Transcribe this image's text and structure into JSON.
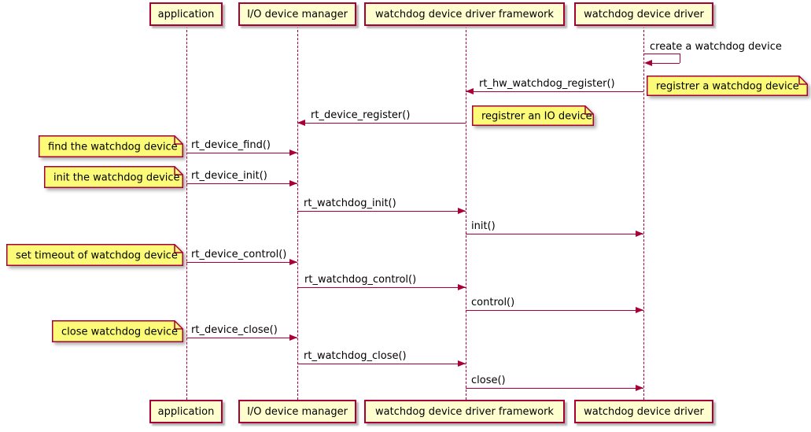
{
  "diagram": {
    "type": "sequence-diagram",
    "colors": {
      "accent": "#A80036",
      "participant_fill": "#FEFECE",
      "note_fill": "#FBFB77",
      "text": "#000000",
      "background": "#ffffff"
    },
    "participants": [
      {
        "label": "application"
      },
      {
        "label": "I/O device manager"
      },
      {
        "label": "watchdog device driver framework"
      },
      {
        "label": "watchdog device driver"
      }
    ],
    "messages": [
      {
        "label": "create a watchdog device",
        "from": "watchdog device driver",
        "to": "watchdog device driver",
        "type": "self"
      },
      {
        "label": "rt_hw_watchdog_register()",
        "from": "watchdog device driver",
        "to": "watchdog device driver framework",
        "type": "normal"
      },
      {
        "label": "rt_device_register()",
        "from": "watchdog device driver framework",
        "to": "I/O device manager",
        "type": "normal"
      },
      {
        "label": "rt_device_find()",
        "from": "application",
        "to": "I/O device manager",
        "type": "normal"
      },
      {
        "label": "rt_device_init()",
        "from": "application",
        "to": "I/O device manager",
        "type": "normal"
      },
      {
        "label": "rt_watchdog_init()",
        "from": "I/O device manager",
        "to": "watchdog device driver framework",
        "type": "normal"
      },
      {
        "label": "init()",
        "from": "watchdog device driver framework",
        "to": "watchdog device driver",
        "type": "normal"
      },
      {
        "label": "rt_device_control()",
        "from": "application",
        "to": "I/O device manager",
        "type": "normal"
      },
      {
        "label": "rt_watchdog_control()",
        "from": "I/O device manager",
        "to": "watchdog device driver framework",
        "type": "normal"
      },
      {
        "label": "control()",
        "from": "watchdog device driver framework",
        "to": "watchdog device driver",
        "type": "normal"
      },
      {
        "label": "rt_device_close()",
        "from": "application",
        "to": "I/O device manager",
        "type": "normal"
      },
      {
        "label": "rt_watchdog_close()",
        "from": "I/O device manager",
        "to": "watchdog device driver framework",
        "type": "normal"
      },
      {
        "label": "close()",
        "from": "watchdog device driver framework",
        "to": "watchdog device driver",
        "type": "normal"
      }
    ],
    "notes": [
      {
        "text": "registrer a watchdog device",
        "position": "right of watchdog device driver"
      },
      {
        "text": "registrer an IO device",
        "position": "right of watchdog device driver framework"
      },
      {
        "text": "find the watchdog device",
        "position": "left of application"
      },
      {
        "text": "init the watchdog device",
        "position": "left of application"
      },
      {
        "text": "set timeout of watchdog device",
        "position": "left of application"
      },
      {
        "text": "close watchdog device",
        "position": "left of application"
      }
    ]
  }
}
